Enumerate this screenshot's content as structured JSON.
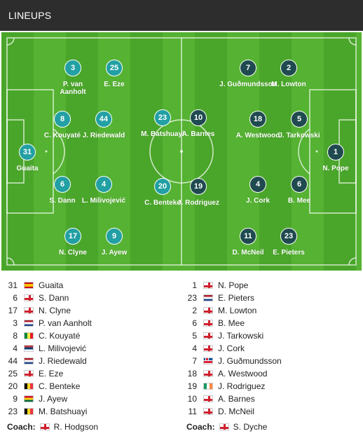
{
  "header": {
    "title": "LINEUPS"
  },
  "colors": {
    "home_dot": "#22a0a3",
    "away_dot": "#1f4a4f",
    "pitch": "#4aa62a",
    "header_bg": "#2d2d2d"
  },
  "pitch": {
    "home": [
      {
        "num": "31",
        "name": "Guaita"
      },
      {
        "num": "3",
        "name": "P. van Aanholt"
      },
      {
        "num": "8",
        "name": "C. Kouyaté"
      },
      {
        "num": "6",
        "name": "S. Dann"
      },
      {
        "num": "17",
        "name": "N. Clyne"
      },
      {
        "num": "25",
        "name": "E. Eze"
      },
      {
        "num": "44",
        "name": "J. Riedewald"
      },
      {
        "num": "4",
        "name": "L. Milivojević"
      },
      {
        "num": "9",
        "name": "J. Ayew"
      },
      {
        "num": "23",
        "name": "M. Batshuayi"
      },
      {
        "num": "20",
        "name": "C. Benteke"
      }
    ],
    "away": [
      {
        "num": "10",
        "name": "A. Barnes"
      },
      {
        "num": "19",
        "name": "J. Rodriguez"
      },
      {
        "num": "7",
        "name": "J. Guðmundsson"
      },
      {
        "num": "18",
        "name": "A. Westwood"
      },
      {
        "num": "4",
        "name": "J. Cork"
      },
      {
        "num": "11",
        "name": "D. McNeil"
      },
      {
        "num": "2",
        "name": "M. Lowton"
      },
      {
        "num": "5",
        "name": "J. Tarkowski"
      },
      {
        "num": "6",
        "name": "B. Mee"
      },
      {
        "num": "23",
        "name": "E. Pieters"
      },
      {
        "num": "1",
        "name": "N. Pope"
      }
    ]
  },
  "home_list": [
    {
      "num": "31",
      "flag": "esp",
      "name": "Guaita"
    },
    {
      "num": "6",
      "flag": "eng",
      "name": "S. Dann"
    },
    {
      "num": "17",
      "flag": "eng",
      "name": "N. Clyne"
    },
    {
      "num": "3",
      "flag": "ned",
      "name": "P. van Aanholt"
    },
    {
      "num": "8",
      "flag": "sen",
      "name": "C. Kouyaté"
    },
    {
      "num": "4",
      "flag": "srb",
      "name": "L. Milivojević"
    },
    {
      "num": "44",
      "flag": "ned",
      "name": "J. Riedewald"
    },
    {
      "num": "25",
      "flag": "eng",
      "name": "E. Eze"
    },
    {
      "num": "20",
      "flag": "bel",
      "name": "C. Benteke"
    },
    {
      "num": "9",
      "flag": "gha",
      "name": "J. Ayew"
    },
    {
      "num": "23",
      "flag": "bel",
      "name": "M. Batshuayi"
    }
  ],
  "away_list": [
    {
      "num": "1",
      "flag": "eng",
      "name": "N. Pope"
    },
    {
      "num": "23",
      "flag": "ned",
      "name": "E. Pieters"
    },
    {
      "num": "2",
      "flag": "eng",
      "name": "M. Lowton"
    },
    {
      "num": "6",
      "flag": "eng",
      "name": "B. Mee"
    },
    {
      "num": "5",
      "flag": "eng",
      "name": "J. Tarkowski"
    },
    {
      "num": "4",
      "flag": "eng",
      "name": "J. Cork"
    },
    {
      "num": "7",
      "flag": "isl",
      "name": "J. Guðmundsson"
    },
    {
      "num": "18",
      "flag": "eng",
      "name": "A. Westwood"
    },
    {
      "num": "19",
      "flag": "irl",
      "name": "J. Rodriguez"
    },
    {
      "num": "10",
      "flag": "eng",
      "name": "A. Barnes"
    },
    {
      "num": "11",
      "flag": "eng",
      "name": "D. McNeil"
    }
  ],
  "coach": {
    "label": "Coach:",
    "home": {
      "flag": "eng",
      "name": "R. Hodgson"
    },
    "away": {
      "flag": "eng",
      "name": "S. Dyche"
    }
  }
}
